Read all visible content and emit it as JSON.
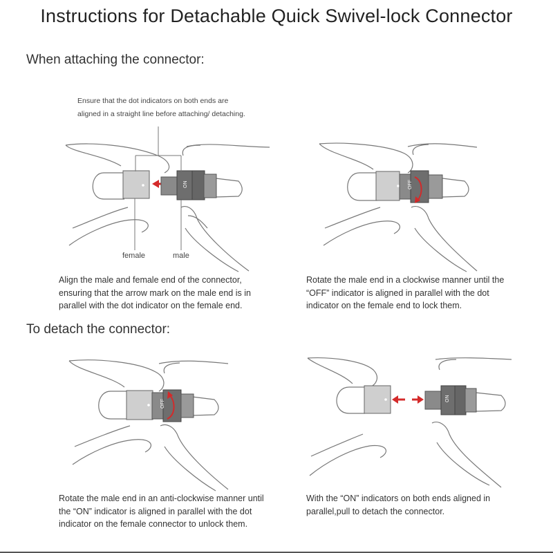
{
  "title": "Instructions for Detachable Quick Swivel-lock Connector",
  "attach": {
    "heading": "When attaching the connector:",
    "callout": "Ensure that the dot indicators on both ends are aligned in a straight line before attaching/ detaching.",
    "label_female": "female",
    "label_male": "male",
    "step1_caption": "Align the male and female end of the connector, ensuring that the arrow mark on the male end is in parallel with the dot indicator on the female end.",
    "step2_caption": "Rotate  the male end in a clockwise manner until the “OFF” indicator is aligned in parallel with the dot indicator on the female end to lock them."
  },
  "detach": {
    "heading": "To detach the connector:",
    "step3_caption": "Rotate the male end in an anti-clockwise manner until the “ON”  indicator is aligned in parallel with the dot indicator on the female connector to unlock them.",
    "step4_caption": "With the “ON”  indicators on both ends aligned in parallel,pull to detach the connector."
  },
  "connector_marks": {
    "on": "ON",
    "off": "OFF"
  },
  "colors": {
    "arrow": "#d42a2a",
    "female_body": "#cfcfcf",
    "male_ring": "#6e6e6e",
    "outline": "#666666"
  }
}
